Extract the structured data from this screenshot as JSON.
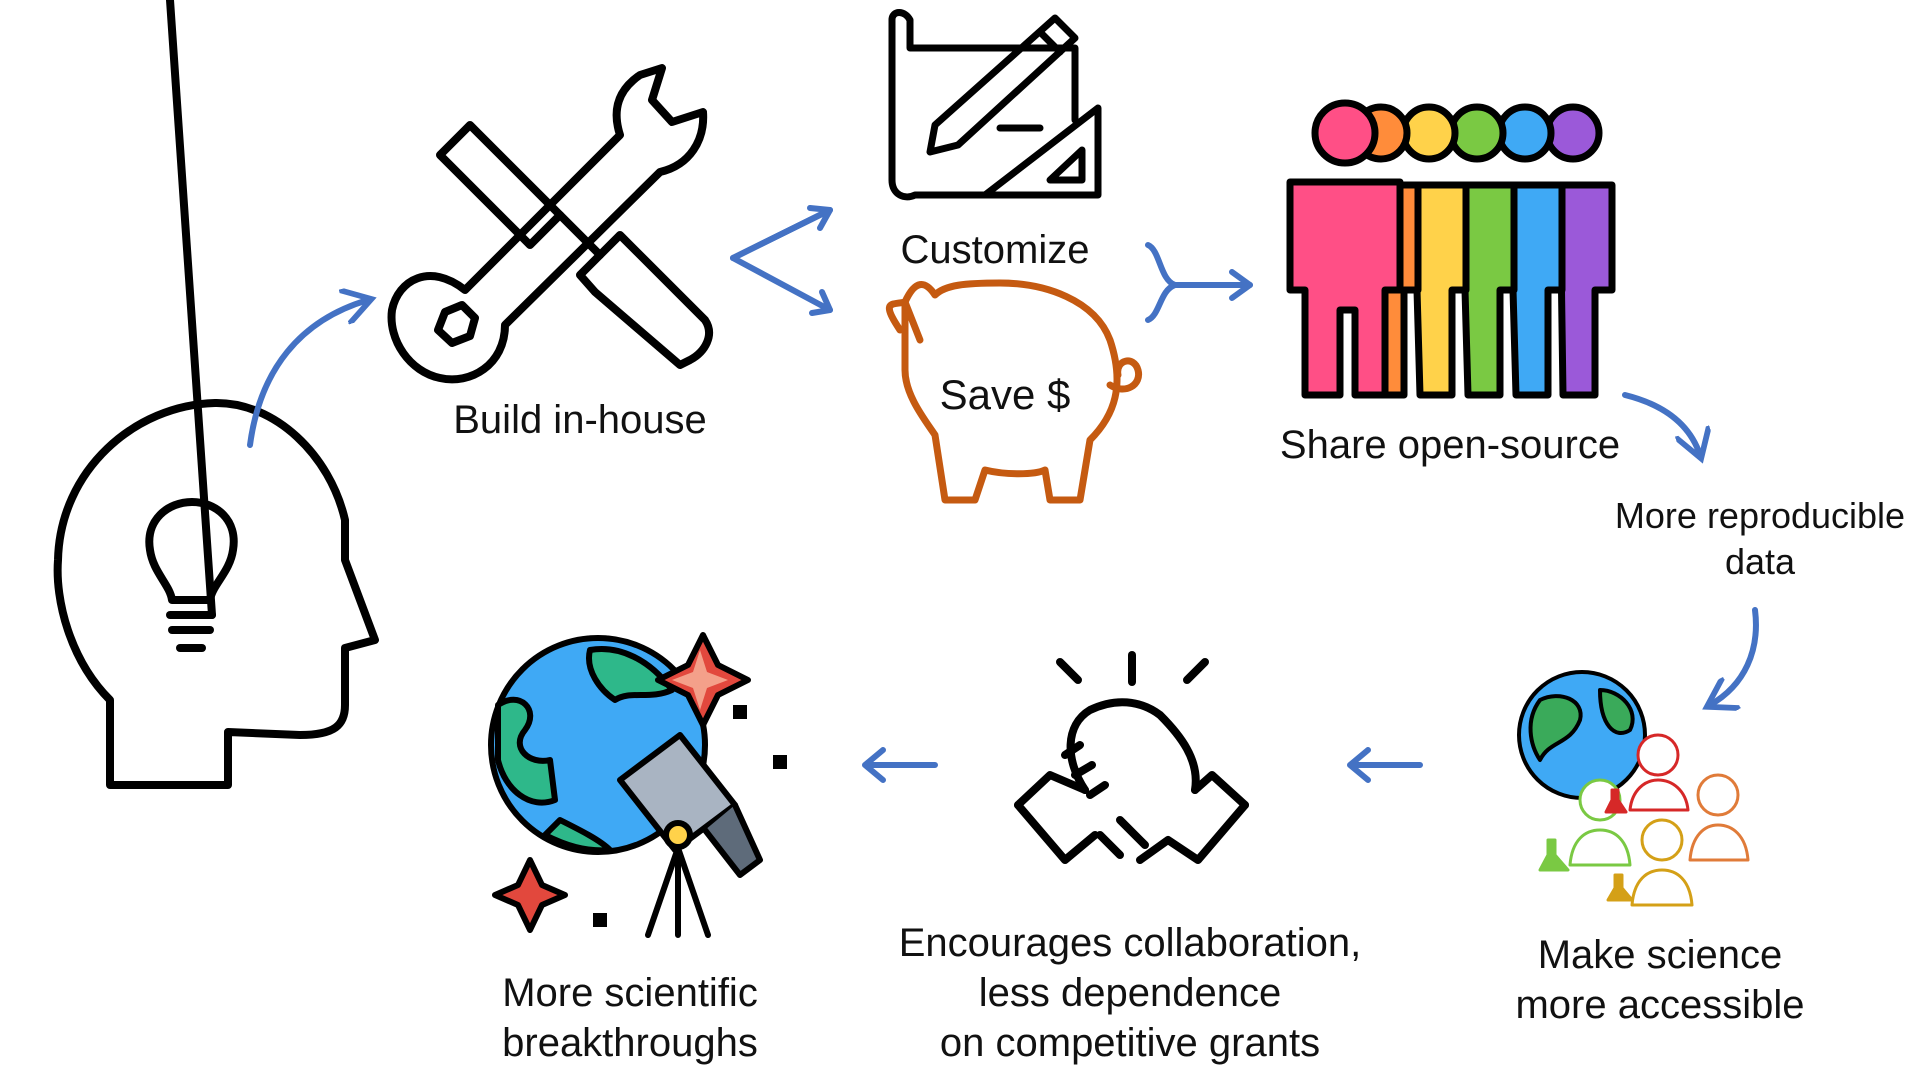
{
  "colors": {
    "arrow": "#4472C4",
    "piggy": "#C55A11",
    "outline": "#000000",
    "people": [
      "#FF4F86",
      "#FF8C3A",
      "#FFD24A",
      "#7AC943",
      "#3FA9F5",
      "#9B59D9"
    ]
  },
  "nodes": {
    "idea": {
      "icon": "head-lightbulb-icon"
    },
    "build": {
      "icon": "tools-icon",
      "label": "Build in-house"
    },
    "customize": {
      "icon": "blueprint-pencil-icon",
      "label": "Customize"
    },
    "save": {
      "icon": "piggy-bank-icon",
      "label": "Save $"
    },
    "share": {
      "icon": "rainbow-people-icon",
      "label": "Share open-source"
    },
    "reproducible": {
      "label": "More reproducible\ndata"
    },
    "accessible": {
      "icon": "globe-scientists-icon",
      "label": "Make science\nmore accessible"
    },
    "collaboration": {
      "icon": "handshake-icon",
      "label": "Encourages collaboration,\nless dependence\non competitive grants"
    },
    "breakthroughs": {
      "icon": "globe-telescope-icon",
      "label": "More scientific\nbreakthroughs"
    }
  }
}
